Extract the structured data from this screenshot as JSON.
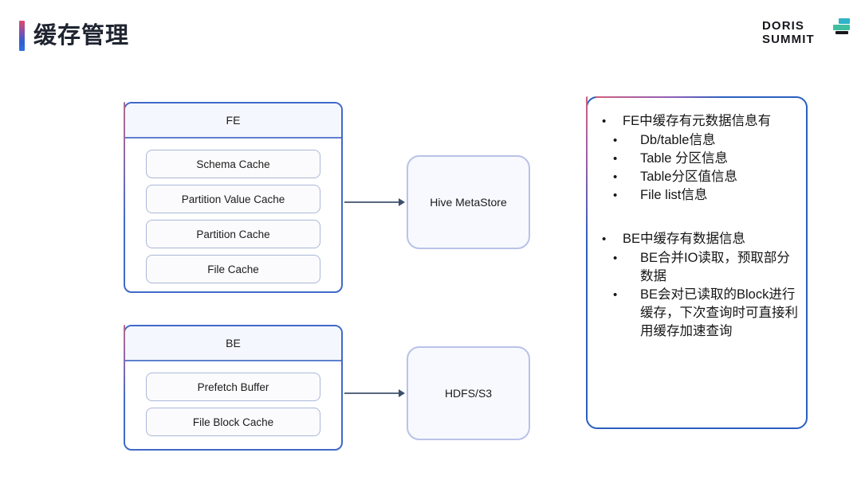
{
  "header": {
    "title": "缓存管理",
    "accent_gradient_from": "#e0496b",
    "accent_gradient_to": "#2f6fe0",
    "logo": {
      "line1": "DORIS",
      "line2": "SUMMIT",
      "mark_color_top": "#2fb3c8",
      "mark_color_mid": "#3fbfa0",
      "mark_color_bottom": "#16181d"
    }
  },
  "diagram": {
    "nodes": [
      {
        "id": "fe",
        "title": "FE",
        "items": [
          "Schema Cache",
          "Partition Value Cache",
          "Partition Cache",
          "File Cache"
        ]
      },
      {
        "id": "be",
        "title": "BE",
        "items": [
          "Prefetch Buffer",
          "File Block Cache"
        ]
      }
    ],
    "stores": [
      {
        "id": "hive-metastore",
        "label": "Hive MetaStore"
      },
      {
        "id": "hdfs-s3",
        "label": "HDFS/S3"
      }
    ],
    "edges": [
      {
        "from": "fe",
        "to": "hive-metastore"
      },
      {
        "from": "be",
        "to": "hdfs-s3"
      }
    ],
    "border_color": "#4169c9",
    "store_border_color": "#b9c2e8",
    "arrow_color": "#3c4f6b"
  },
  "notes": {
    "bullet_glyph": "•",
    "groups": [
      {
        "title": "FE中缓存有元数据信息有",
        "items": [
          "Db/table信息",
          "Table 分区信息",
          "Table分区值信息",
          "File list信息"
        ]
      },
      {
        "title": "BE中缓存有数据信息",
        "items": [
          "BE合并IO读取，预取部分数据",
          "BE会对已读取的Block进行缓存，下次查询时可直接利用缓存加速查询"
        ]
      }
    ]
  }
}
